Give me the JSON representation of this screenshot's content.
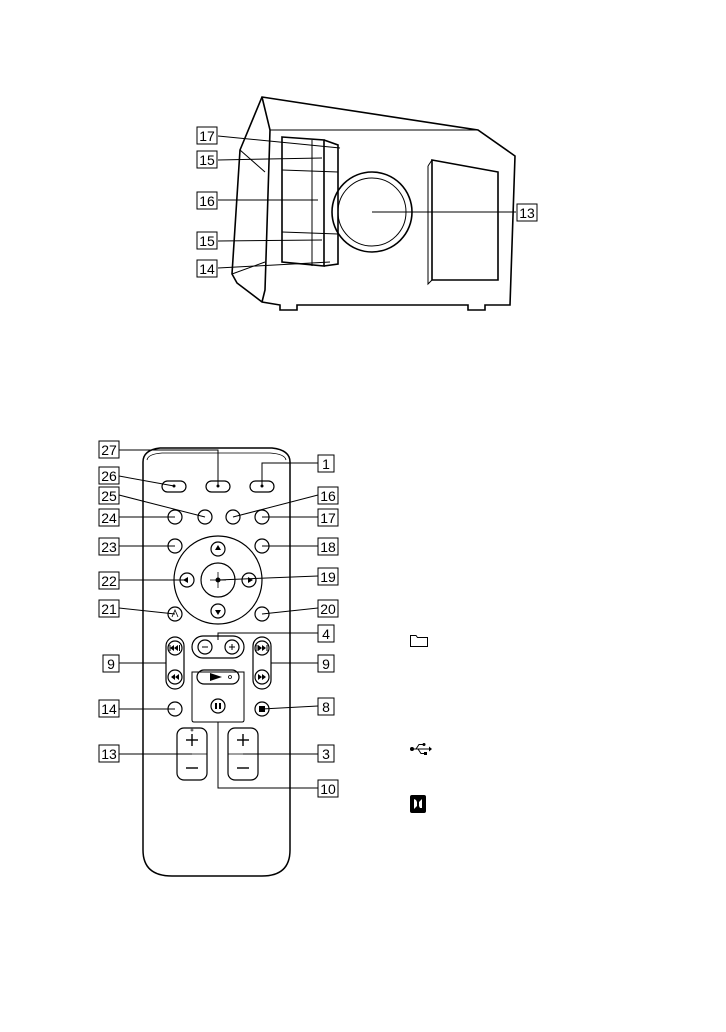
{
  "side_view": {
    "callouts": [
      {
        "id": "sv-17",
        "label": "17"
      },
      {
        "id": "sv-15a",
        "label": "15"
      },
      {
        "id": "sv-16",
        "label": "16"
      },
      {
        "id": "sv-15b",
        "label": "15"
      },
      {
        "id": "sv-14",
        "label": "14"
      },
      {
        "id": "sv-13",
        "label": "13"
      }
    ]
  },
  "remote": {
    "callouts": [
      {
        "id": "rm-27",
        "label": "27"
      },
      {
        "id": "rm-1",
        "label": "1"
      },
      {
        "id": "rm-26",
        "label": "26"
      },
      {
        "id": "rm-25",
        "label": "25"
      },
      {
        "id": "rm-16",
        "label": "16"
      },
      {
        "id": "rm-24",
        "label": "24"
      },
      {
        "id": "rm-17",
        "label": "17"
      },
      {
        "id": "rm-23",
        "label": "23"
      },
      {
        "id": "rm-18",
        "label": "18"
      },
      {
        "id": "rm-22",
        "label": "22"
      },
      {
        "id": "rm-19",
        "label": "19"
      },
      {
        "id": "rm-21",
        "label": "21"
      },
      {
        "id": "rm-20",
        "label": "20"
      },
      {
        "id": "rm-4",
        "label": "4"
      },
      {
        "id": "rm-9a",
        "label": "9"
      },
      {
        "id": "rm-9b",
        "label": "9"
      },
      {
        "id": "rm-14",
        "label": "14"
      },
      {
        "id": "rm-8",
        "label": "8"
      },
      {
        "id": "rm-13",
        "label": "13"
      },
      {
        "id": "rm-3",
        "label": "3"
      },
      {
        "id": "rm-10",
        "label": "10"
      }
    ]
  },
  "icons": [
    "folder-icon",
    "usb-icon",
    "nfc-icon"
  ]
}
